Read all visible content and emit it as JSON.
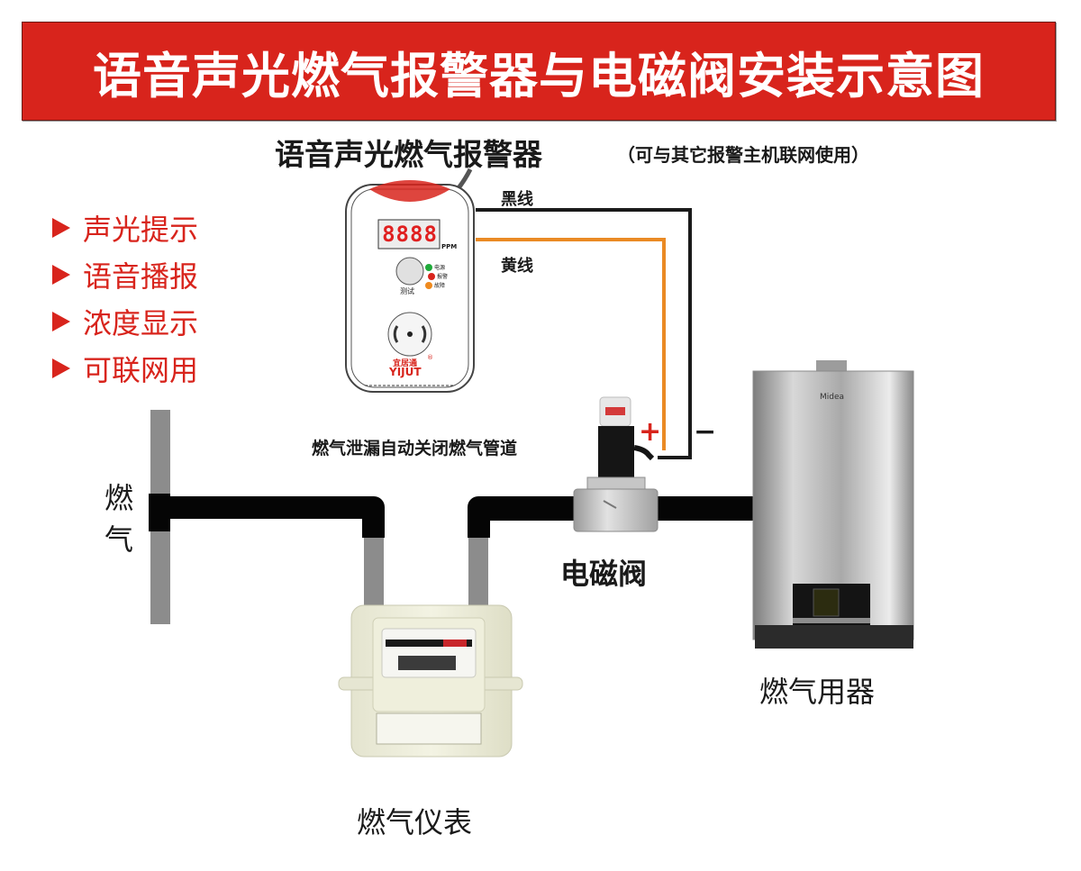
{
  "banner": {
    "title": "语音声光燃气报警器与电磁阀安装示意图"
  },
  "alarm": {
    "title": "语音声光燃气报警器",
    "note": "（可与其它报警主机联网使用）",
    "display": "8888",
    "display_unit": "PPM",
    "test_button_label": "测试",
    "indicators": [
      {
        "label": "电源",
        "color": "#1faa3a"
      },
      {
        "label": "报警",
        "color": "#d8241c"
      },
      {
        "label": "故障",
        "color": "#ef8a1e"
      }
    ],
    "brand_cn": "宜居通",
    "brand_en": "YIJUT",
    "registered_mark": "®"
  },
  "features": [
    "声光提示",
    "语音播报",
    "浓度显示",
    "可联网用"
  ],
  "wires": {
    "black_label": "黑线",
    "yellow_label": "黄线",
    "plus_sign": "+",
    "minus_sign": "−",
    "black_color": "#1a1a1a",
    "yellow_color": "#ea8a24"
  },
  "valve": {
    "annotation": "燃气泄漏自动关闭燃气管道",
    "label": "电磁阀"
  },
  "gas_source": {
    "label_line1": "燃",
    "label_line2": "气"
  },
  "meter": {
    "label": "燃气仪表"
  },
  "appliance": {
    "label": "燃气用器",
    "brand": "Midea"
  },
  "colors": {
    "banner_red": "#d8241c",
    "pipe_black": "#050505",
    "riser_gray": "#8c8c8c"
  }
}
